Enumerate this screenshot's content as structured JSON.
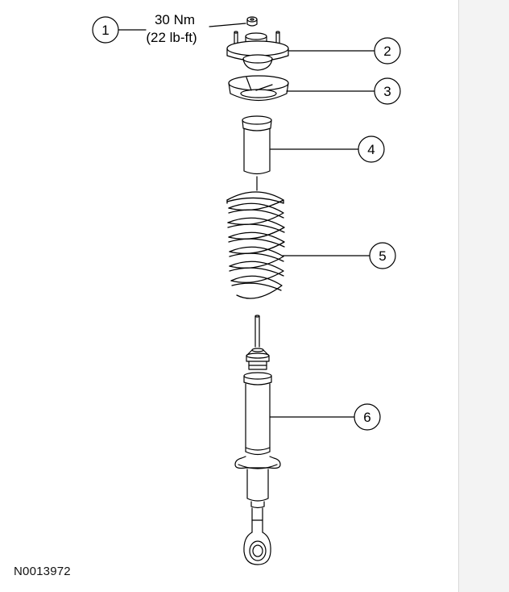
{
  "torque": {
    "metric": "30 Nm",
    "imperial": "(22 lb-ft)"
  },
  "callouts": [
    "1",
    "2",
    "3",
    "4",
    "5",
    "6"
  ],
  "figure_id": "N0013972",
  "colors": {
    "line": "#000000",
    "background": "#ffffff",
    "gutter": "#f3f3f3"
  }
}
